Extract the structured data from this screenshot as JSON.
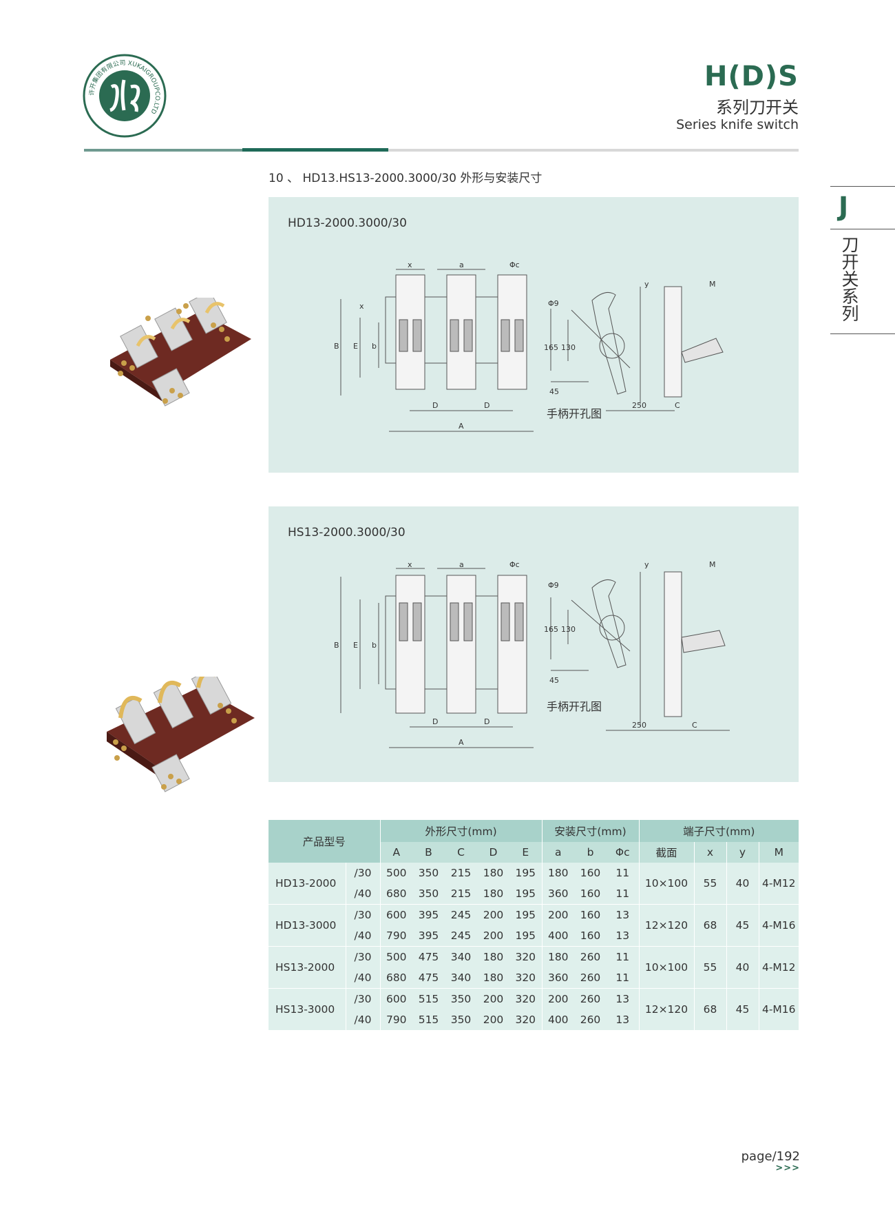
{
  "header": {
    "logo_ring_text": "许开集团有限公司 XUKAIGROUPCO.LTD",
    "title": "H(D)S",
    "subtitle_cn": "系列刀开关",
    "subtitle_en": "Series knife switch"
  },
  "side_tab": {
    "letter": "J",
    "label": "刀开关系列"
  },
  "section": {
    "heading": "10 、 HD13.HS13-2000.3000/30 外形与安装尺寸"
  },
  "panels": [
    {
      "title": "HD13-2000.3000/30",
      "caption": "手柄开孔图",
      "dims": {
        "x": "x",
        "a": "a",
        "phic": "Φc",
        "phi9": "Φ9",
        "y": "y",
        "m": "M",
        "B": "B",
        "E": "E",
        "b": "b",
        "n165": "165",
        "n130": "130",
        "n45": "45",
        "n250": "250",
        "C": "C",
        "D": "D",
        "A": "A"
      }
    },
    {
      "title": "HS13-2000.3000/30",
      "caption": "手柄开孔图",
      "dims": {
        "x": "x",
        "a": "a",
        "phic": "Φc",
        "phi9": "Φ9",
        "y": "y",
        "m": "M",
        "B": "B",
        "E": "E",
        "b": "b",
        "n165": "165",
        "n130": "130",
        "n45": "45",
        "n250": "250",
        "C": "C",
        "D": "D",
        "A": "A"
      }
    }
  ],
  "table": {
    "header_product": "产品型号",
    "group_outline": "外形尺寸(mm)",
    "group_install": "安装尺寸(mm)",
    "group_terminal": "端子尺寸(mm)",
    "cols": [
      "A",
      "B",
      "C",
      "D",
      "E",
      "a",
      "b",
      "Φc",
      "截面",
      "x",
      "y",
      "M"
    ],
    "groups": [
      {
        "model": "HD13-2000",
        "section": "10×100",
        "x": "55",
        "y": "40",
        "m": "4-M12",
        "rows": [
          {
            "suffix": "/30",
            "vals": [
              "500",
              "350",
              "215",
              "180",
              "195",
              "180",
              "160",
              "11"
            ]
          },
          {
            "suffix": "/40",
            "vals": [
              "680",
              "350",
              "215",
              "180",
              "195",
              "360",
              "160",
              "11"
            ]
          }
        ]
      },
      {
        "model": "HD13-3000",
        "section": "12×120",
        "x": "68",
        "y": "45",
        "m": "4-M16",
        "rows": [
          {
            "suffix": "/30",
            "vals": [
              "600",
              "395",
              "245",
              "200",
              "195",
              "200",
              "160",
              "13"
            ]
          },
          {
            "suffix": "/40",
            "vals": [
              "790",
              "395",
              "245",
              "200",
              "195",
              "400",
              "160",
              "13"
            ]
          }
        ]
      },
      {
        "model": "HS13-2000",
        "section": "10×100",
        "x": "55",
        "y": "40",
        "m": "4-M12",
        "rows": [
          {
            "suffix": "/30",
            "vals": [
              "500",
              "475",
              "340",
              "180",
              "320",
              "180",
              "260",
              "11"
            ]
          },
          {
            "suffix": "/40",
            "vals": [
              "680",
              "475",
              "340",
              "180",
              "320",
              "360",
              "260",
              "11"
            ]
          }
        ]
      },
      {
        "model": "HS13-3000",
        "section": "12×120",
        "x": "68",
        "y": "45",
        "m": "4-M16",
        "rows": [
          {
            "suffix": "/30",
            "vals": [
              "600",
              "515",
              "350",
              "200",
              "320",
              "200",
              "260",
              "13"
            ]
          },
          {
            "suffix": "/40",
            "vals": [
              "790",
              "515",
              "350",
              "200",
              "320",
              "400",
              "260",
              "13"
            ]
          }
        ]
      }
    ]
  },
  "footer": {
    "page": "page/192",
    "arrows": ">>>"
  },
  "colors": {
    "brand": "#2b6b52",
    "panel_bg": "#dcece9",
    "table_header": "#a8d2ca",
    "table_body": "#dff0ec"
  }
}
